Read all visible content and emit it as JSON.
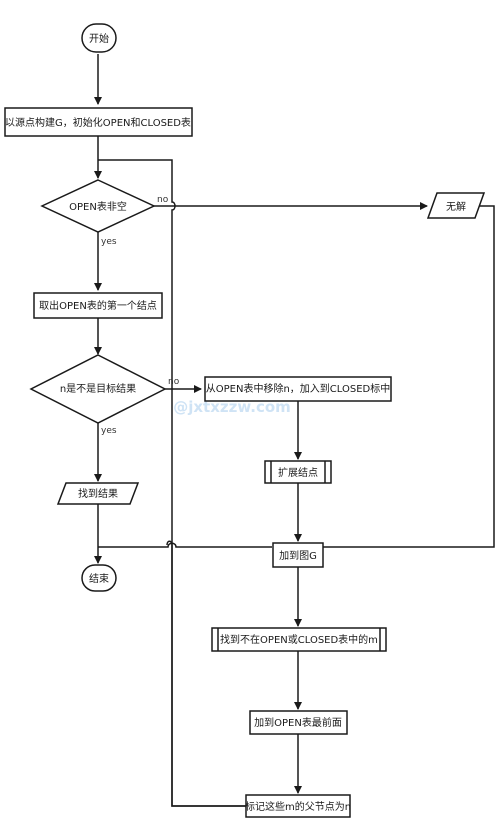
{
  "flowchart": {
    "start": "开始",
    "init": "以源点构建G，初始化OPEN和CLOSED表",
    "open_check": "OPEN表非空",
    "no_solution": "无解",
    "take_first": "取出OPEN表的第一个结点",
    "goal_check": "n是不是目标结果",
    "move_to_closed": "从OPEN表中移除n，加入到CLOSED标中",
    "expand": "扩展结点",
    "found": "找到结果",
    "end": "结束",
    "add_to_graph": "加到图G",
    "find_m": "找到不在OPEN或CLOSED表中的m",
    "add_to_open": "加到OPEN表最前面",
    "mark_parent": "标记这些m的父节点为n"
  },
  "labels": {
    "yes1": "yes",
    "no1": "no",
    "yes2": "yes",
    "no2": "no"
  },
  "watermark": "@jxtxzzw.com"
}
